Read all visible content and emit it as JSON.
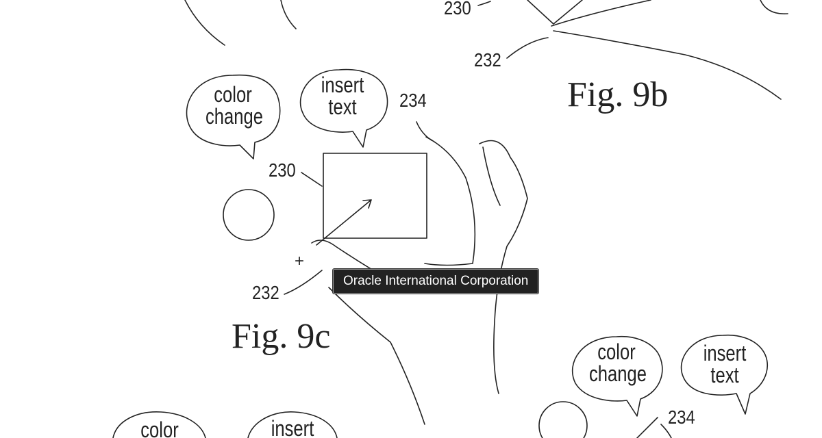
{
  "figure_top": {
    "label": "Fig. 9b",
    "ref_230": "230",
    "ref_232": "232"
  },
  "figure_main": {
    "label": "Fig. 9c",
    "bubble_left": {
      "line1": "color",
      "line2": "change"
    },
    "bubble_right": {
      "line1": "insert",
      "line2": "text"
    },
    "ref_230": "230",
    "ref_232": "232",
    "ref_234": "234",
    "plus": "+"
  },
  "figure_bottom_right": {
    "bubble_left": {
      "line1": "color",
      "line2": "change"
    },
    "bubble_right": {
      "line1": "insert",
      "line2": "text"
    },
    "ref_234": "234"
  },
  "figure_bottom_left": {
    "bubble_left": {
      "line1": "color"
    },
    "bubble_right": {
      "line1": "insert"
    }
  },
  "tooltip": {
    "text": "Oracle International Corporation"
  }
}
